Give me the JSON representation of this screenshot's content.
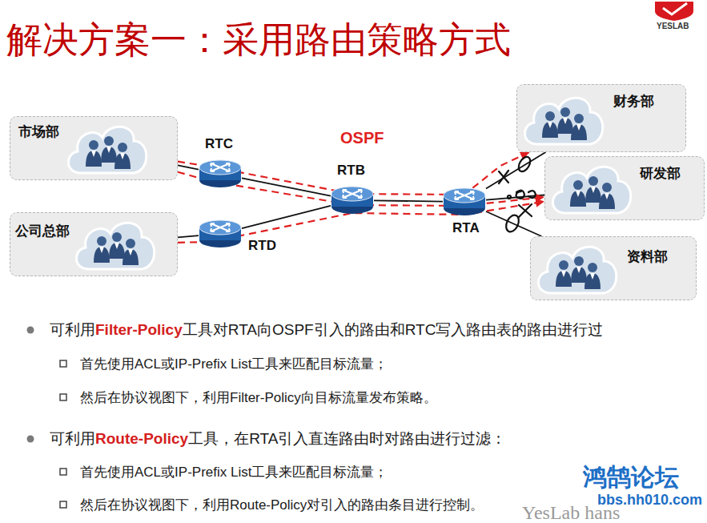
{
  "diagram": {
    "title": "解决方案一：采用路由策略方式",
    "nodes": [
      {
        "text": [
          "市场部"
        ]
      },
      {
        "text": [
          "公司总部"
        ]
      },
      {
        "text": [
          "RTC"
        ]
      },
      {
        "text": [
          "RTD"
        ]
      },
      {
        "text": [
          "RTB"
        ]
      },
      {
        "text": [
          "RTA"
        ]
      },
      {
        "text": [
          "财务部"
        ]
      },
      {
        "text": [
          "研发部"
        ]
      },
      {
        "text": [
          "资料部"
        ]
      }
    ],
    "edges": [
      {
        "from": 0,
        "to": 2,
        "arrow": "none"
      },
      {
        "from": 2,
        "to": 4,
        "arrow": "none"
      },
      {
        "from": 1,
        "to": 3,
        "arrow": "none"
      },
      {
        "from": 3,
        "to": 4,
        "arrow": "none"
      },
      {
        "from": 4,
        "to": 5,
        "arrow": "none"
      },
      {
        "from": 5,
        "to": 6,
        "arrow": "none"
      },
      {
        "from": 5,
        "to": 7,
        "arrow": "none"
      },
      {
        "from": 5,
        "to": 8,
        "arrow": "none"
      },
      {
        "from": 0,
        "to": 6,
        "arrow": "to"
      },
      {
        "from": 0,
        "to": 7,
        "arrow": "to"
      },
      {
        "from": 1,
        "to": 7,
        "arrow": "to"
      }
    ],
    "labels": [
      "OSPF",
      "YESLAB",
      "可利用",
      "Filter-Policy",
      "工具对RTA向OSPF引入的路由和RTC写入路由表的路由进行过",
      "首先使用ACL或IP-Prefix List工具来匹配目标流量；",
      "然后在协议视图下，利用Filter-Policy向目标流量发布策略。",
      "可利用",
      "Route-Policy",
      "工具，在RTA引入直连路由时对路由进行过滤：",
      "首先使用ACL或IP-Prefix List工具来匹配目标流量；",
      "然后在协议视图下，利用Route-Policy对引入的路由条目进行控制。",
      "鸿鹄论坛",
      "bbs.hh010.com",
      "YesLab hans"
    ]
  }
}
